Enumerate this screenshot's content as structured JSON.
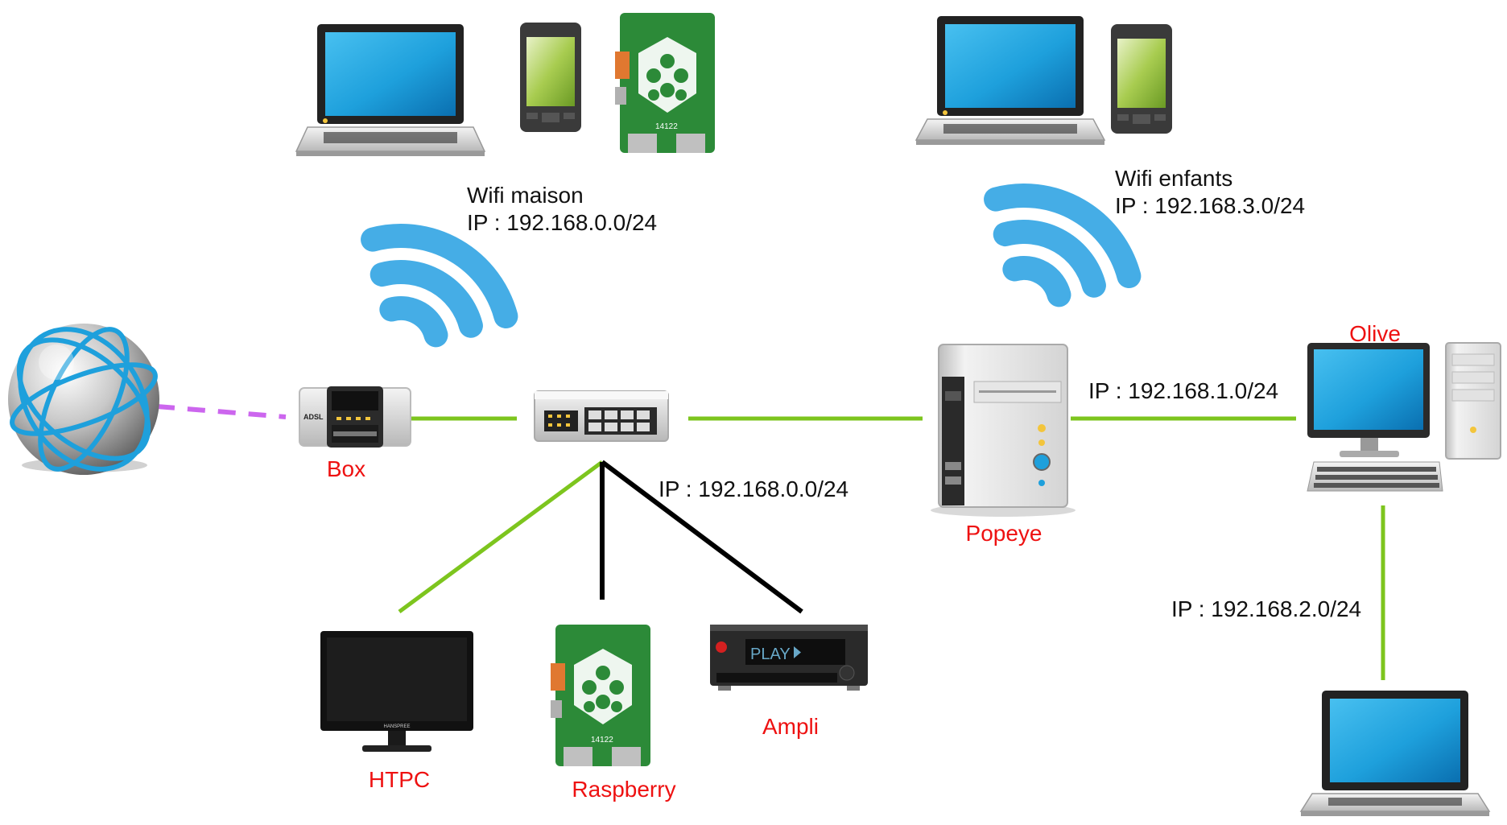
{
  "colors": {
    "device_label": "#ee1111",
    "network_label": "#111111",
    "ethernet_link": "#7dc51e",
    "cable_link": "#000000",
    "internet_link": "#cc66ee",
    "wifi_icon": "#45ade6",
    "screen_blue": "#1ea0dc"
  },
  "icons": {
    "internet": "globe-icon",
    "box": "adsl-modem-icon",
    "switch": "network-switch-icon",
    "wifi": "wifi-icon",
    "laptop": "laptop-icon",
    "phone": "smartphone-icon",
    "raspberry": "raspberry-pi-board-icon",
    "server": "server-tower-icon",
    "desktop": "desktop-computer-icon",
    "tv": "tv-monitor-icon",
    "amplifier": "amplifier-icon"
  },
  "labels": {
    "box": "Box",
    "box_brand": "ADSL",
    "popeye": "Popeye",
    "olive": "Olive",
    "htpc": "HTPC",
    "raspberry": "Raspberry",
    "ampli": "Ampli",
    "amp_display": "PLAY",
    "tv_brand": "HANSPREE",
    "pi_chip": "14122"
  },
  "networks": {
    "wifi_maison": {
      "name": "Wifi maison",
      "ip": "IP : 192.168.0.0/24"
    },
    "wifi_enfants": {
      "name": "Wifi enfants",
      "ip": "IP : 192.168.3.0/24"
    },
    "lan_switch": {
      "ip": "IP : 192.168.0.0/24"
    },
    "lan_popeye_olive": {
      "ip": "IP : 192.168.1.0/24"
    },
    "lan_olive_laptop": {
      "ip": "IP : 192.168.2.0/24"
    }
  }
}
